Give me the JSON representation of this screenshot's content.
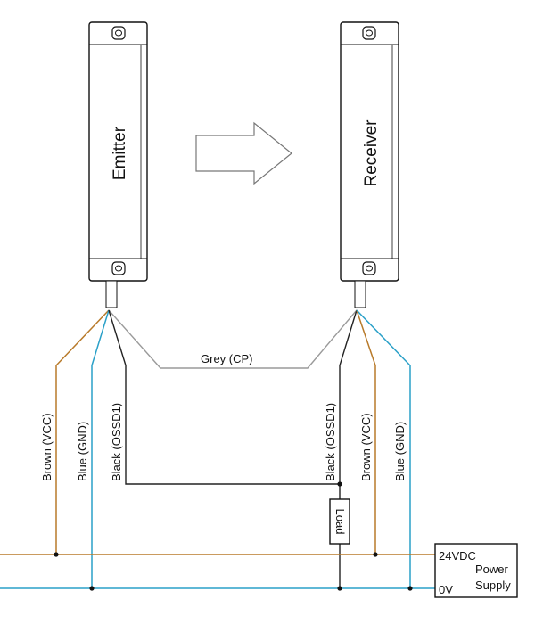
{
  "devices": {
    "emitter": "Emitter",
    "receiver": "Receiver"
  },
  "wires": {
    "grey": "Grey (CP)",
    "emitter_brown": "Brown (VCC)",
    "emitter_blue": "Blue (GND)",
    "emitter_black": "Black (OSSD1)",
    "receiver_black": "Black (OSSD1)",
    "receiver_brown": "Brown (VCC)",
    "receiver_blue": "Blue (GND)"
  },
  "load": "Load",
  "power_supply": {
    "voltage": "24VDC",
    "ground": "0V",
    "line1": "Power",
    "line2": "Supply"
  },
  "colors": {
    "brown": "#b87a2a",
    "blue": "#2aa0c8",
    "grey": "#9a9a9a",
    "black": "#222222"
  }
}
